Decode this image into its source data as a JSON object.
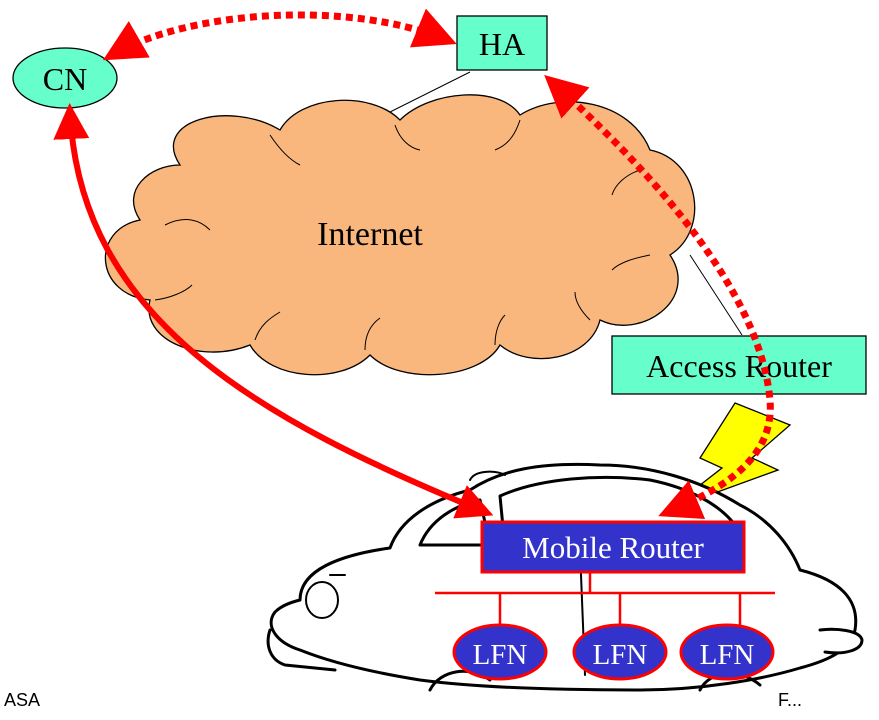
{
  "diagram": {
    "nodes": {
      "cn": "CN",
      "ha": "HA",
      "internet": "Internet",
      "access_router": "Access Router",
      "mobile_router": "Mobile Router",
      "lfn_1": "LFN",
      "lfn_2": "LFN",
      "lfn_3": "LFN"
    },
    "footer": {
      "left": "ASA",
      "right": "F..."
    }
  },
  "colors": {
    "cloud_fill": "#f9b77d",
    "box_fill": "#66ffcc",
    "router_fill": "#3333cc",
    "arrow_red": "#ff0000",
    "lightning": "#ffff00"
  }
}
